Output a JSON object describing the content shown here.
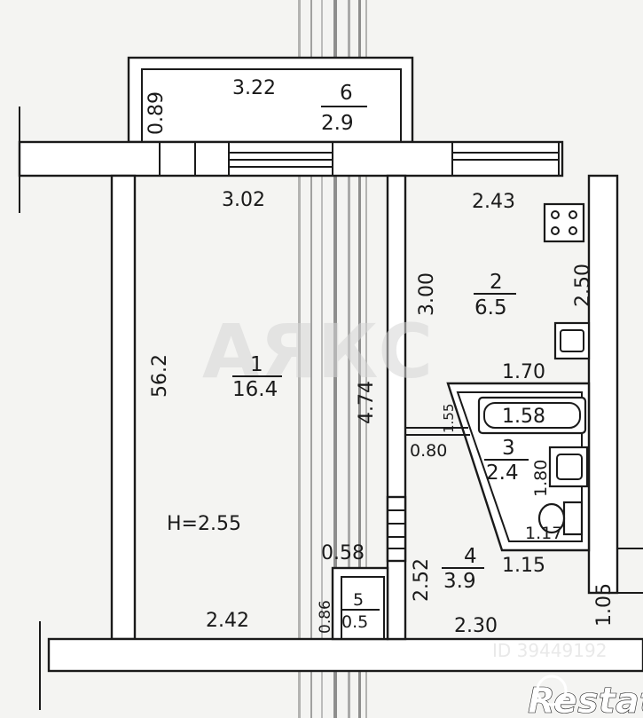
{
  "rooms": [
    {
      "number": "1",
      "area": "16.4"
    },
    {
      "number": "2",
      "area": "6.5"
    },
    {
      "number": "3",
      "area": "2.4"
    },
    {
      "number": "4",
      "area": "3.9"
    },
    {
      "number": "5",
      "area": "0.5"
    },
    {
      "number": "6",
      "area": "2.9"
    }
  ],
  "dimensions": {
    "balcony_width": "3.22",
    "balcony_depth": "0.89",
    "room1_top": "3.02",
    "room1_left": "56.2",
    "room1_bottom": "2.42",
    "ceiling_height": "H=2.55",
    "partition_length": "4.74",
    "kitchen_top": "2.43",
    "kitchen_side": "3.00",
    "kitchen_right": "2.50",
    "bath_top": "1.70",
    "bathtub": "1.58",
    "bath_small": "1.55",
    "bath_door": "0.80",
    "bath_side": "1.80",
    "toilet": "1.17",
    "hall_top": "1.15",
    "hall_right": "1.05",
    "hall_side": "2.52",
    "hall_bottom": "2.30",
    "closet_top": "0.58",
    "closet_side": "0.86"
  },
  "watermarks": {
    "agency": "АЯКС",
    "brand": "Restate",
    "listing": "ID 39449192"
  }
}
